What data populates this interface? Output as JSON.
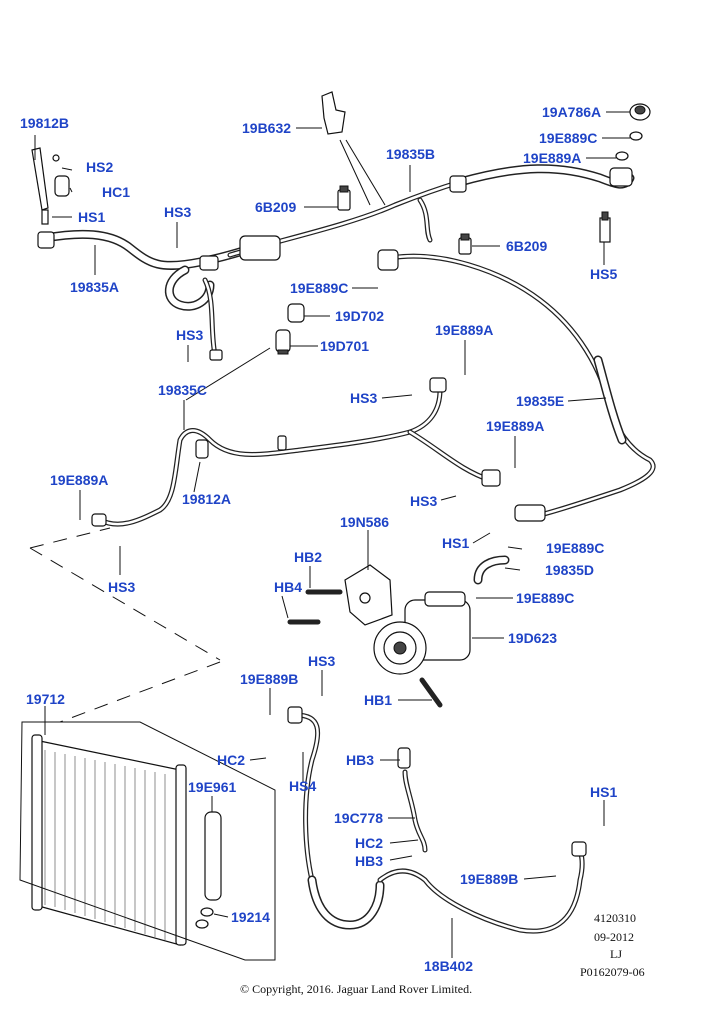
{
  "callouts": {
    "c19812B": "19812B",
    "c19B632": "19B632",
    "c19835B": "19835B",
    "c19A786A": "19A786A",
    "c19E889C_top": "19E889C",
    "c19E889A_top": "19E889A",
    "cHS2": "HS2",
    "cHC1": "HC1",
    "cHS1_top": "HS1",
    "cHS3_top": "HS3",
    "c6B209_left": "6B209",
    "c6B209_right": "6B209",
    "cHS5": "HS5",
    "c19835A": "19835A",
    "c19E889C_mid": "19E889C",
    "c19D702": "19D702",
    "c19D701": "19D701",
    "cHS3_mid": "HS3",
    "c19E889A_mid": "19E889A",
    "c19835C": "19835C",
    "cHS3_mid2": "HS3",
    "c19835E": "19835E",
    "c19E889A_right": "19E889A",
    "c19E889A_left": "19E889A",
    "c19812A": "19812A",
    "cHS3_right": "HS3",
    "c19N586": "19N586",
    "cHS1_mid": "HS1",
    "c19E889C_r1": "19E889C",
    "c19835D": "19835D",
    "cHB2": "HB2",
    "cHB4": "HB4",
    "c19E889C_r2": "19E889C",
    "cHS3_left": "HS3",
    "c19D623": "19D623",
    "cHS3_low": "HS3",
    "c19E889B_low": "19E889B",
    "cHB1": "HB1",
    "c19712": "19712",
    "cHC2_low": "HC2",
    "cHS4": "HS4",
    "cHB3_low": "HB3",
    "c19E961": "19E961",
    "cHS1_low": "HS1",
    "c19C778": "19C778",
    "cHC2_low2": "HC2",
    "cHB3_low2": "HB3",
    "c19E889B_right": "19E889B",
    "c19214": "19214",
    "c18B402": "18B402"
  },
  "meta": {
    "ref": "4120310",
    "date": "09-2012",
    "initials": "LJ",
    "part_code": "P0162079-06",
    "copyright": "© Copyright, 2016. Jaguar Land Rover Limited."
  },
  "colors": {
    "label": "#1f44c7",
    "line": "#111111"
  }
}
